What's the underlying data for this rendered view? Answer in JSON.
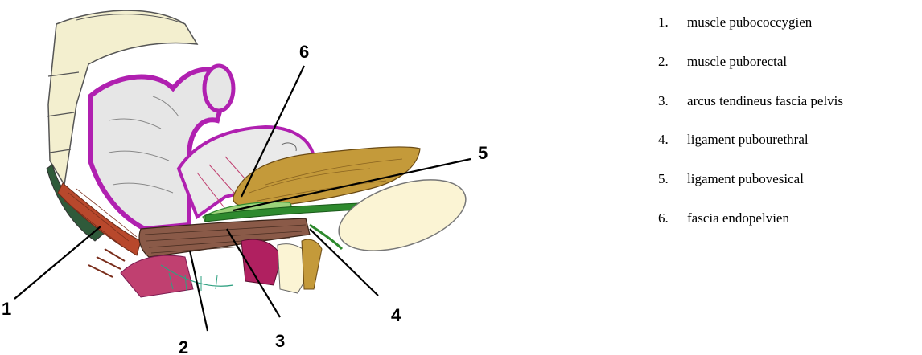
{
  "diagram": {
    "callouts": [
      {
        "id": "1",
        "text": "1"
      },
      {
        "id": "2",
        "text": "2"
      },
      {
        "id": "3",
        "text": "3"
      },
      {
        "id": "4",
        "text": "4"
      },
      {
        "id": "5",
        "text": "5"
      },
      {
        "id": "6",
        "text": "6"
      }
    ]
  },
  "legend": {
    "items": [
      {
        "number": "1.",
        "label": "muscle pubococcygien"
      },
      {
        "number": "2.",
        "label": "muscle puborectal"
      },
      {
        "number": "3.",
        "label": "arcus tendineus fascia pelvis"
      },
      {
        "number": "4.",
        "label": "ligament pubourethral"
      },
      {
        "number": "5.",
        "label": "ligament pubovesical"
      },
      {
        "number": "6.",
        "label": "fascia endopelvien"
      }
    ]
  },
  "colors": {
    "bone": "#f3efcf",
    "organ_outline": "#b020b0",
    "organ_fill": "#e8e8e8",
    "muscle": "#8a5a48",
    "muscle_red": "#b8482c",
    "uterus": "#c49a3a",
    "ligament_green": "#2e8a2e",
    "fascia_green": "#9cd27a",
    "pubis": "#fbf4d4"
  }
}
